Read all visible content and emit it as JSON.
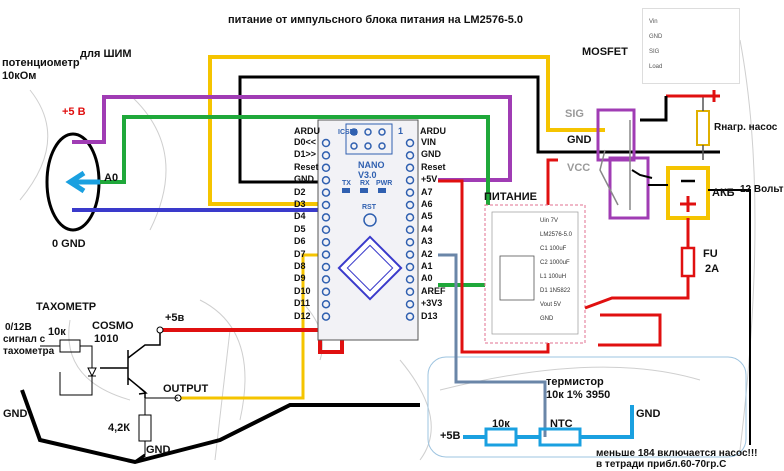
{
  "title": "питание от импульсного блока питания на  LM2576-5.0",
  "labels": {
    "pot": [
      "потенциометр",
      "10кОм"
    ],
    "pwm": "для ШИМ",
    "plus5": "+5 В",
    "a0": "A0",
    "gnd0": "0 GND",
    "mosfet": "MOSFET",
    "sig": "SIG",
    "gnd_mos": "GND",
    "vcc": "VCC",
    "load": "Rнагр. насос",
    "akb": "АКБ",
    "akb_volt": "12 Вольт",
    "power": "ПИТАНИЕ",
    "fu": [
      "FU",
      "2A"
    ],
    "tacho": "ТАХОМЕТР",
    "tacho_sig": [
      "0/12В",
      "сигнал с",
      "тахометра"
    ],
    "r10k": "10к",
    "cosmo": [
      "COSMO",
      "1010"
    ],
    "plus5v": "+5в",
    "output": "OUTPUT",
    "r42k": "4,2К",
    "gnd_tr": "GND",
    "gnd_left": "GND",
    "thermistor": [
      "термистор",
      "10к 1% 3950"
    ],
    "plus5b": "+5В",
    "r10k_b": "10к",
    "ntc": "NTC",
    "gnd_ntc": "GND",
    "note": [
      "меньше 184 включается насос!!!",
      "в тетради прибл.60-70гр.С"
    ]
  },
  "arduino": {
    "board": [
      "NANO",
      "V3.0"
    ],
    "left_header": "ARDU",
    "right_header": "ARDU",
    "left_pins": [
      "D0<<",
      "D1>>",
      "Reset",
      "GND",
      "D2",
      "D3",
      "D4",
      "D5",
      "D6",
      "D7",
      "D8",
      "D9",
      "D10",
      "D11",
      "D12"
    ],
    "right_pins": [
      "VIN",
      "GND",
      "Reset",
      "+5V",
      "A7",
      "A6",
      "A5",
      "A4",
      "A3",
      "A2",
      "A1",
      "A0",
      "AREF",
      "+3V3",
      "D13"
    ],
    "top_labels": [
      "TX",
      "RX",
      "PWR"
    ],
    "rst": "RST",
    "icsp": "ICSP",
    "one": "1"
  },
  "psu": {
    "lines": [
      "Uin 7V",
      "LM2576-5.0",
      "C1 100uF",
      "C2 1000uF",
      "L1 100uH",
      "D1 1N5822",
      "Vout 5V",
      "GND"
    ]
  },
  "mosfet_panel": {
    "lines": [
      "Vin",
      "GND",
      "SIG",
      "Load"
    ]
  }
}
